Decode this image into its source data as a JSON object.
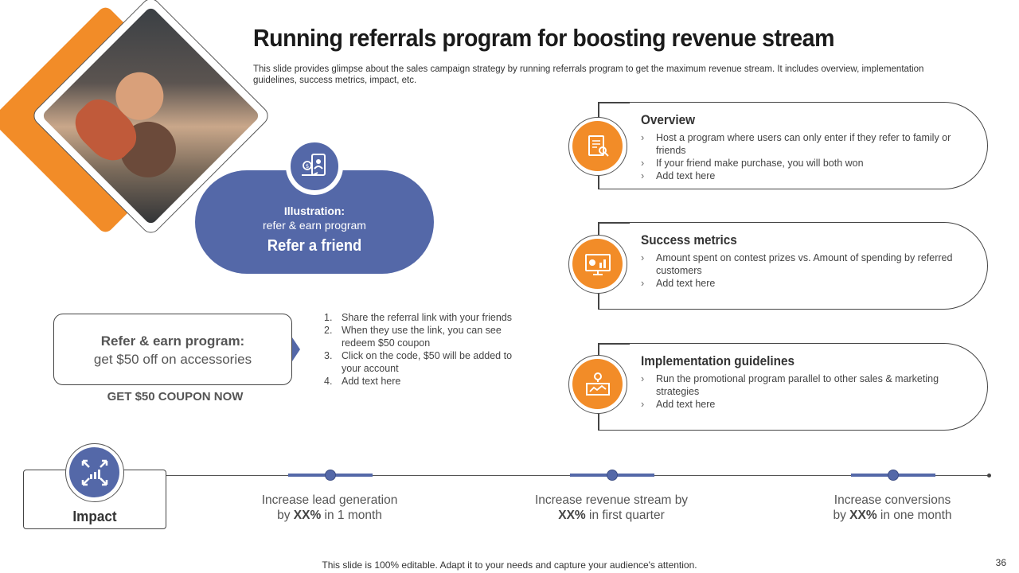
{
  "title": "Running referrals program for boosting revenue stream",
  "subtitle": "This slide provides glimpse about the sales campaign strategy by running referrals program to get the maximum revenue stream. It includes overview, implementation guidelines, success metrics, impact, etc.",
  "illustration": {
    "label": "Illustration:",
    "sublabel": "refer & earn program",
    "headline": "Refer a friend",
    "icon": "refer-money-phone-icon"
  },
  "earn_box": {
    "title": "Refer & earn program:",
    "text": "get $50 off on accessories",
    "cta": "GET $50 COUPON NOW"
  },
  "steps": [
    {
      "num": "1.",
      "text": "Share the referral  link with your friends"
    },
    {
      "num": "2.",
      "text": "When they use the link, you can see redeem  $50 coupon"
    },
    {
      "num": "3.",
      "text": "Click on the code, $50 will be added to your account"
    },
    {
      "num": "4.",
      "text": "Add text here"
    }
  ],
  "cards": [
    {
      "title": "Overview",
      "icon": "document-search-icon",
      "bullets": [
        "Host a program where users can only enter if they refer to family or friends",
        "If your friend make purchase, you will both won",
        "Add text here"
      ]
    },
    {
      "title": "Success metrics",
      "icon": "monitor-chart-icon",
      "bullets": [
        "Amount spent on contest prizes vs. Amount of spending by referred  customers",
        "Add text here"
      ]
    },
    {
      "title": "Implementation guidelines",
      "icon": "idea-map-icon",
      "bullets": [
        "Run the promotional program parallel to other sales & marketing strategies",
        "Add text here"
      ]
    }
  ],
  "impact": {
    "label": "Impact",
    "icon": "growth-arrows-icon",
    "items": [
      {
        "line1": "Increase lead generation",
        "pre": "by ",
        "bold": "XX%",
        "post": " in 1 month"
      },
      {
        "line1": "Increase  revenue stream by",
        "pre": "",
        "bold": "XX%",
        "post": " in first quarter"
      },
      {
        "line1": "Increase conversions",
        "pre": "by ",
        "bold": "XX%",
        "post": " in one month"
      }
    ]
  },
  "footer": "This slide is 100% editable. Adapt it to your needs and capture your audience's attention.",
  "page_number": "36",
  "colors": {
    "accent_blue": "#5468a8",
    "accent_orange": "#f28c28"
  }
}
